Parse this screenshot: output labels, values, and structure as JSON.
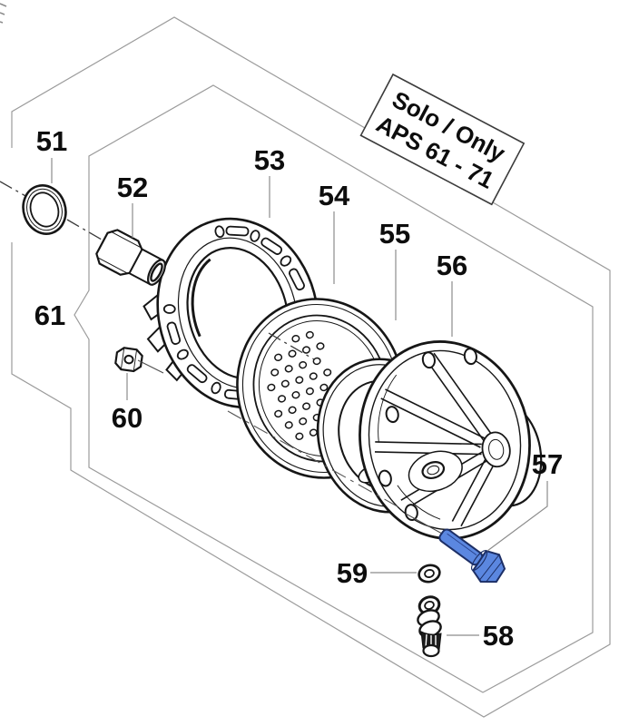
{
  "diagram": {
    "type": "exploded-parts-diagram",
    "note_box": {
      "line1": "Solo / Only",
      "line2": "APS 61 - 71"
    },
    "part_labels": {
      "p51": "51",
      "p52": "52",
      "p53": "53",
      "p54": "54",
      "p55": "55",
      "p56": "56",
      "p57": "57",
      "p58": "58",
      "p59": "59",
      "p60": "60",
      "p61": "61"
    },
    "highlighted_part": "57",
    "colors": {
      "highlight_fill": "#5b87e0",
      "highlight_stroke": "#1d2f66",
      "line": "#161616",
      "border_gray": "#9b9b9b",
      "background": "#ffffff"
    }
  }
}
